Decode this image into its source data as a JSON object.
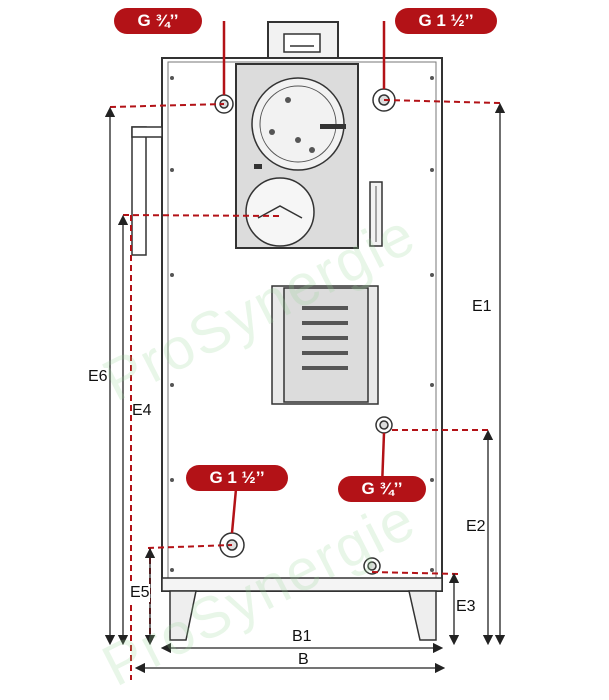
{
  "callouts": {
    "top_left": "G ¾’’",
    "top_right": "G 1 ½’’",
    "bottom_left": "G 1 ½’’",
    "bottom_right": "G ¾’’"
  },
  "dimensions": {
    "e1": "E1",
    "e2": "E2",
    "e3": "E3",
    "e4": "E4",
    "e5": "E5",
    "e6": "E6",
    "b1": "B1",
    "b": "B"
  },
  "watermark": "ProSynergie",
  "colors": {
    "accent": "#b31217",
    "outline": "#333333",
    "panel": "#dcdcdc"
  }
}
